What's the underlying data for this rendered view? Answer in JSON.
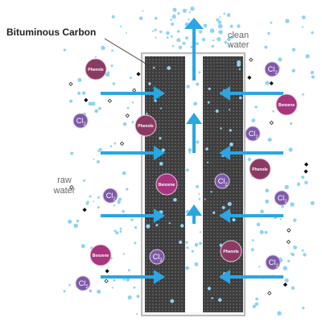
{
  "labels": {
    "bituminous": "Bituminous Carbon",
    "clean_line1": "clean",
    "clean_line2": "water",
    "raw_line1": "raw",
    "raw_line2": "water"
  },
  "molecules": {
    "phenols": "Phenols",
    "benzene": "Benzene",
    "chlorine": "Cl",
    "chlorine_sub": "2"
  },
  "colors": {
    "carbon": "#3d3d3d",
    "carbon_dots": "#757575",
    "arrow": "#2aa6e3",
    "bubble": "#8fd3f2",
    "phenols": "#8b3a64",
    "benzene": "#a9357e",
    "chlorine": "#7e5aa8",
    "frame": "#a7a7a7"
  }
}
